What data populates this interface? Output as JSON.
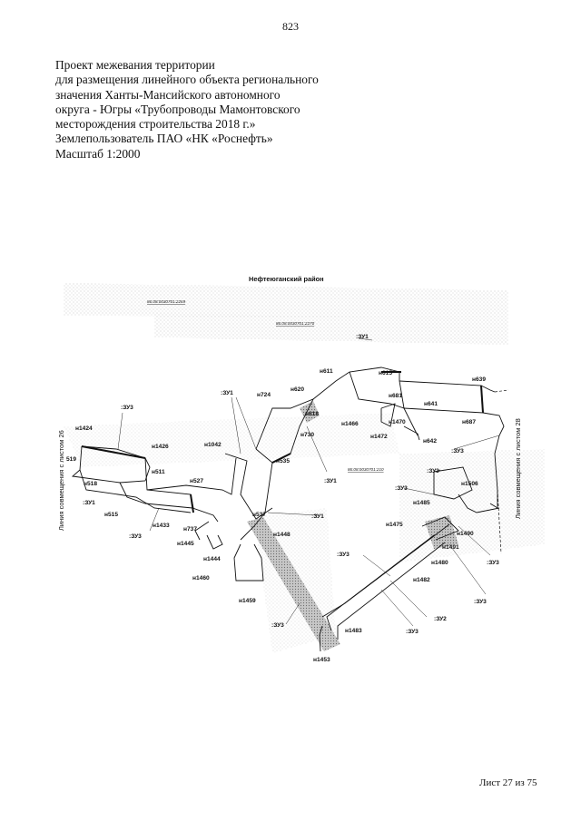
{
  "page_number": "823",
  "title_lines": [
    "Проект межевания территории",
    "для размещения линейного объекта регионального",
    "значения Ханты-Мансийского автономного",
    "округа - Югры «Трубопроводы Мамонтовского",
    "месторождения строительства 2018 г.»",
    "Землепользователь ПАО «НК «Роснефть»",
    "Масштаб 1:2000"
  ],
  "sheet_label": "Лист 27 из 75",
  "map": {
    "region_label": "Нефтеюганский район",
    "cadastral": [
      "86:08:0030701:2269",
      "86:08:0030701:2270",
      "86:08:0030701:210"
    ],
    "left_edge_label": "Линия совмещения с листом 26",
    "right_edge_label": "Линия совмещения с листом 28",
    "zones": [
      ":ЗУ1",
      ":ЗУ1",
      ":ЗУ1",
      ":ЗУ1",
      ":ЗУ3",
      ":ЗУ1",
      ":ЗУ3",
      ":ЗУ3",
      ":ЗУ3",
      ":ЗУ3",
      ":ЗУ3",
      ":ЗУ3",
      ":ЗУ3",
      ":ЗУ2",
      ":ЗУ3",
      ":ЗУ3"
    ],
    "points": [
      "н611",
      "н615",
      "н639",
      "н620",
      "н681",
      "н724",
      "н618",
      "н641",
      "н1466",
      "н1470",
      "н687",
      "н1472",
      "н730",
      "н642",
      "н1424",
      "н1426",
      "н1042",
      "н535",
      "519",
      "н511",
      "н527",
      "н1506",
      "н518",
      "н1485",
      "н537",
      "н515",
      "н1433",
      "н737",
      "н1475",
      "н1490",
      "н1445",
      "н1448",
      "н1491",
      "н1444",
      "н1480",
      "н1460",
      "н1482",
      "н1459",
      "н1483",
      "н1453"
    ]
  }
}
